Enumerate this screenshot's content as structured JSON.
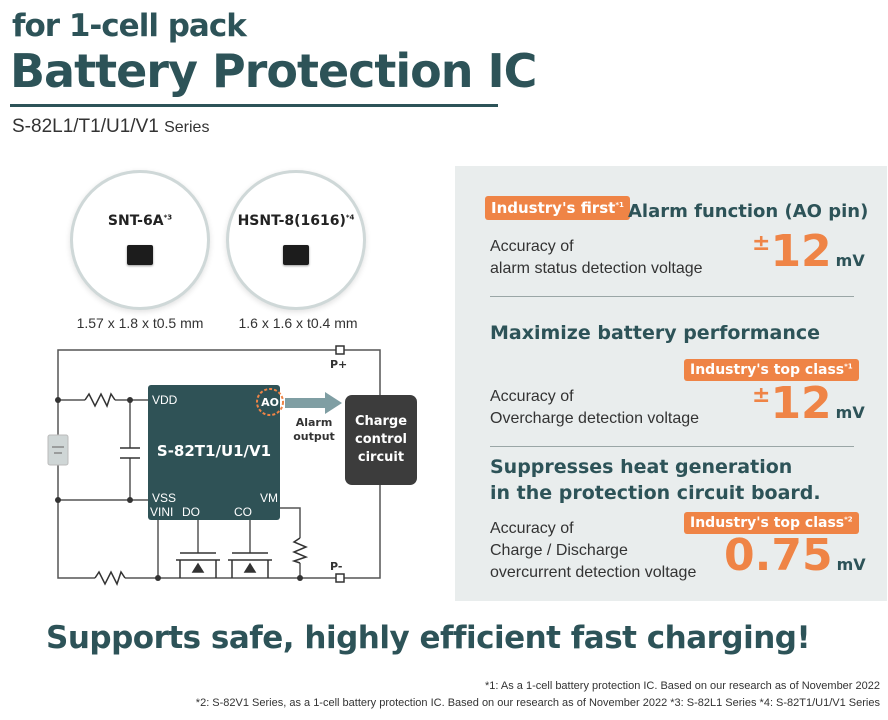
{
  "header": {
    "subtitle": "for 1-cell pack",
    "title": "Battery Protection IC",
    "series_name": "S-82L1/T1/U1/V1",
    "series_suffix": "Series"
  },
  "packages": [
    {
      "name": "SNT-6A",
      "note": "*3",
      "dimensions": "1.57 x 1.8 x t0.5 mm"
    },
    {
      "name": "HSNT-8(1616)",
      "note": "*4",
      "dimensions": "1.6 x 1.6 x t0.4 mm"
    }
  ],
  "circuit": {
    "ic_name": "S-82T1/U1/V1",
    "pins": {
      "vdd": "VDD",
      "ao": "AO",
      "vss": "VSS",
      "vini": "VINI",
      "do": "DO",
      "co": "CO",
      "vm": "VM"
    },
    "terminals": {
      "p_plus": "P+",
      "p_minus": "P-"
    },
    "alarm_label_1": "Alarm",
    "alarm_label_2": "output",
    "charge_box_1": "Charge",
    "charge_box_2": "control",
    "charge_box_3": "circuit"
  },
  "features": {
    "f1": {
      "badge": "Industry's first",
      "badge_note": "*1",
      "heading": "Alarm function (AO pin)",
      "desc_1": "Accuracy of",
      "desc_2": "alarm status detection voltage",
      "prefix": "±",
      "value": "12",
      "unit": "mV"
    },
    "f2": {
      "heading": "Maximize battery performance",
      "badge": "Industry's top class",
      "badge_note": "*1",
      "desc_1": "Accuracy of",
      "desc_2": "Overcharge detection voltage",
      "prefix": "±",
      "value": "12",
      "unit": "mV"
    },
    "f3": {
      "heading_1": "Suppresses heat generation",
      "heading_2": "in the protection circuit board.",
      "badge": "Industry's top class",
      "badge_note": "*2",
      "desc_1": "Accuracy of",
      "desc_2": "Charge / Discharge",
      "desc_3": "overcurrent detection voltage",
      "value": "0.75",
      "unit": "mV"
    }
  },
  "slogan": "Supports safe, highly efficient fast charging!",
  "footnotes": {
    "line1": "*1: As a 1-cell  battery protection IC. Based on our research as of November 2022",
    "line2": "*2: S-82V1 Series, as a 1-cell  battery protection IC. Based on our research as of November 2022  *3: S-82L1 Series  *4: S-82T1/U1/V1 Series"
  },
  "colors": {
    "teal": "#2d5358",
    "orange": "#ef8446",
    "panel": "#e9eded"
  }
}
